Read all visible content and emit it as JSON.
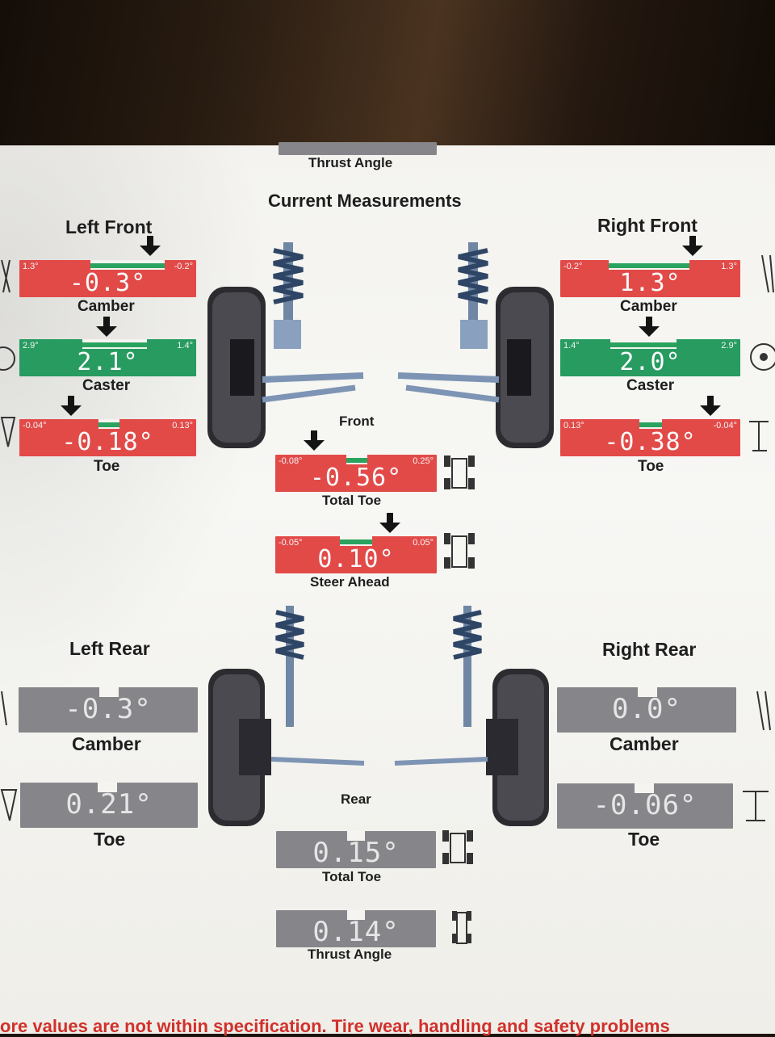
{
  "top": {
    "thrust_label": "Thrust Angle"
  },
  "title": "Current Measurements",
  "front": {
    "section_label": "Front",
    "left_header": "Left Front",
    "right_header": "Right Front",
    "left": {
      "camber": {
        "label": "Camber",
        "value": "-0.3°",
        "min": "1.3°",
        "max": "-0.2°",
        "status": "red"
      },
      "caster": {
        "label": "Caster",
        "value": "2.1°",
        "min": "2.9°",
        "max": "1.4°",
        "status": "green"
      },
      "toe": {
        "label": "Toe",
        "value": "-0.18°",
        "min": "-0.04°",
        "max": "0.13°",
        "status": "red"
      }
    },
    "right": {
      "camber": {
        "label": "Camber",
        "value": "1.3°",
        "min": "-0.2°",
        "max": "1.3°",
        "status": "red"
      },
      "caster": {
        "label": "Caster",
        "value": "2.0°",
        "min": "1.4°",
        "max": "2.9°",
        "status": "green"
      },
      "toe": {
        "label": "Toe",
        "value": "-0.38°",
        "min": "0.13°",
        "max": "-0.04°",
        "status": "red"
      }
    },
    "total_toe": {
      "label": "Total Toe",
      "value": "-0.56°",
      "min": "-0.08°",
      "max": "0.25°",
      "status": "red"
    },
    "steer_ahead": {
      "label": "Steer Ahead",
      "value": "0.10°",
      "min": "-0.05°",
      "max": "0.05°",
      "status": "red"
    }
  },
  "rear": {
    "section_label": "Rear",
    "left_header": "Left Rear",
    "right_header": "Right Rear",
    "left": {
      "camber": {
        "label": "Camber",
        "value": "-0.3°",
        "status": "gray"
      },
      "toe": {
        "label": "Toe",
        "value": "0.21°",
        "status": "gray"
      }
    },
    "right": {
      "camber": {
        "label": "Camber",
        "value": "0.0°",
        "status": "gray"
      },
      "toe": {
        "label": "Toe",
        "value": "-0.06°",
        "status": "gray"
      }
    },
    "total_toe": {
      "label": "Total Toe",
      "value": "0.15°",
      "status": "gray"
    },
    "thrust_angle": {
      "label": "Thrust Angle",
      "value": "0.14°",
      "status": "gray"
    }
  },
  "footer_warning": "ore values are not within specification.  Tire wear, handling and safety problems",
  "colors": {
    "red": "#e24a48",
    "green": "#279b60",
    "gray": "#86868a",
    "warning": "#d2302b"
  }
}
